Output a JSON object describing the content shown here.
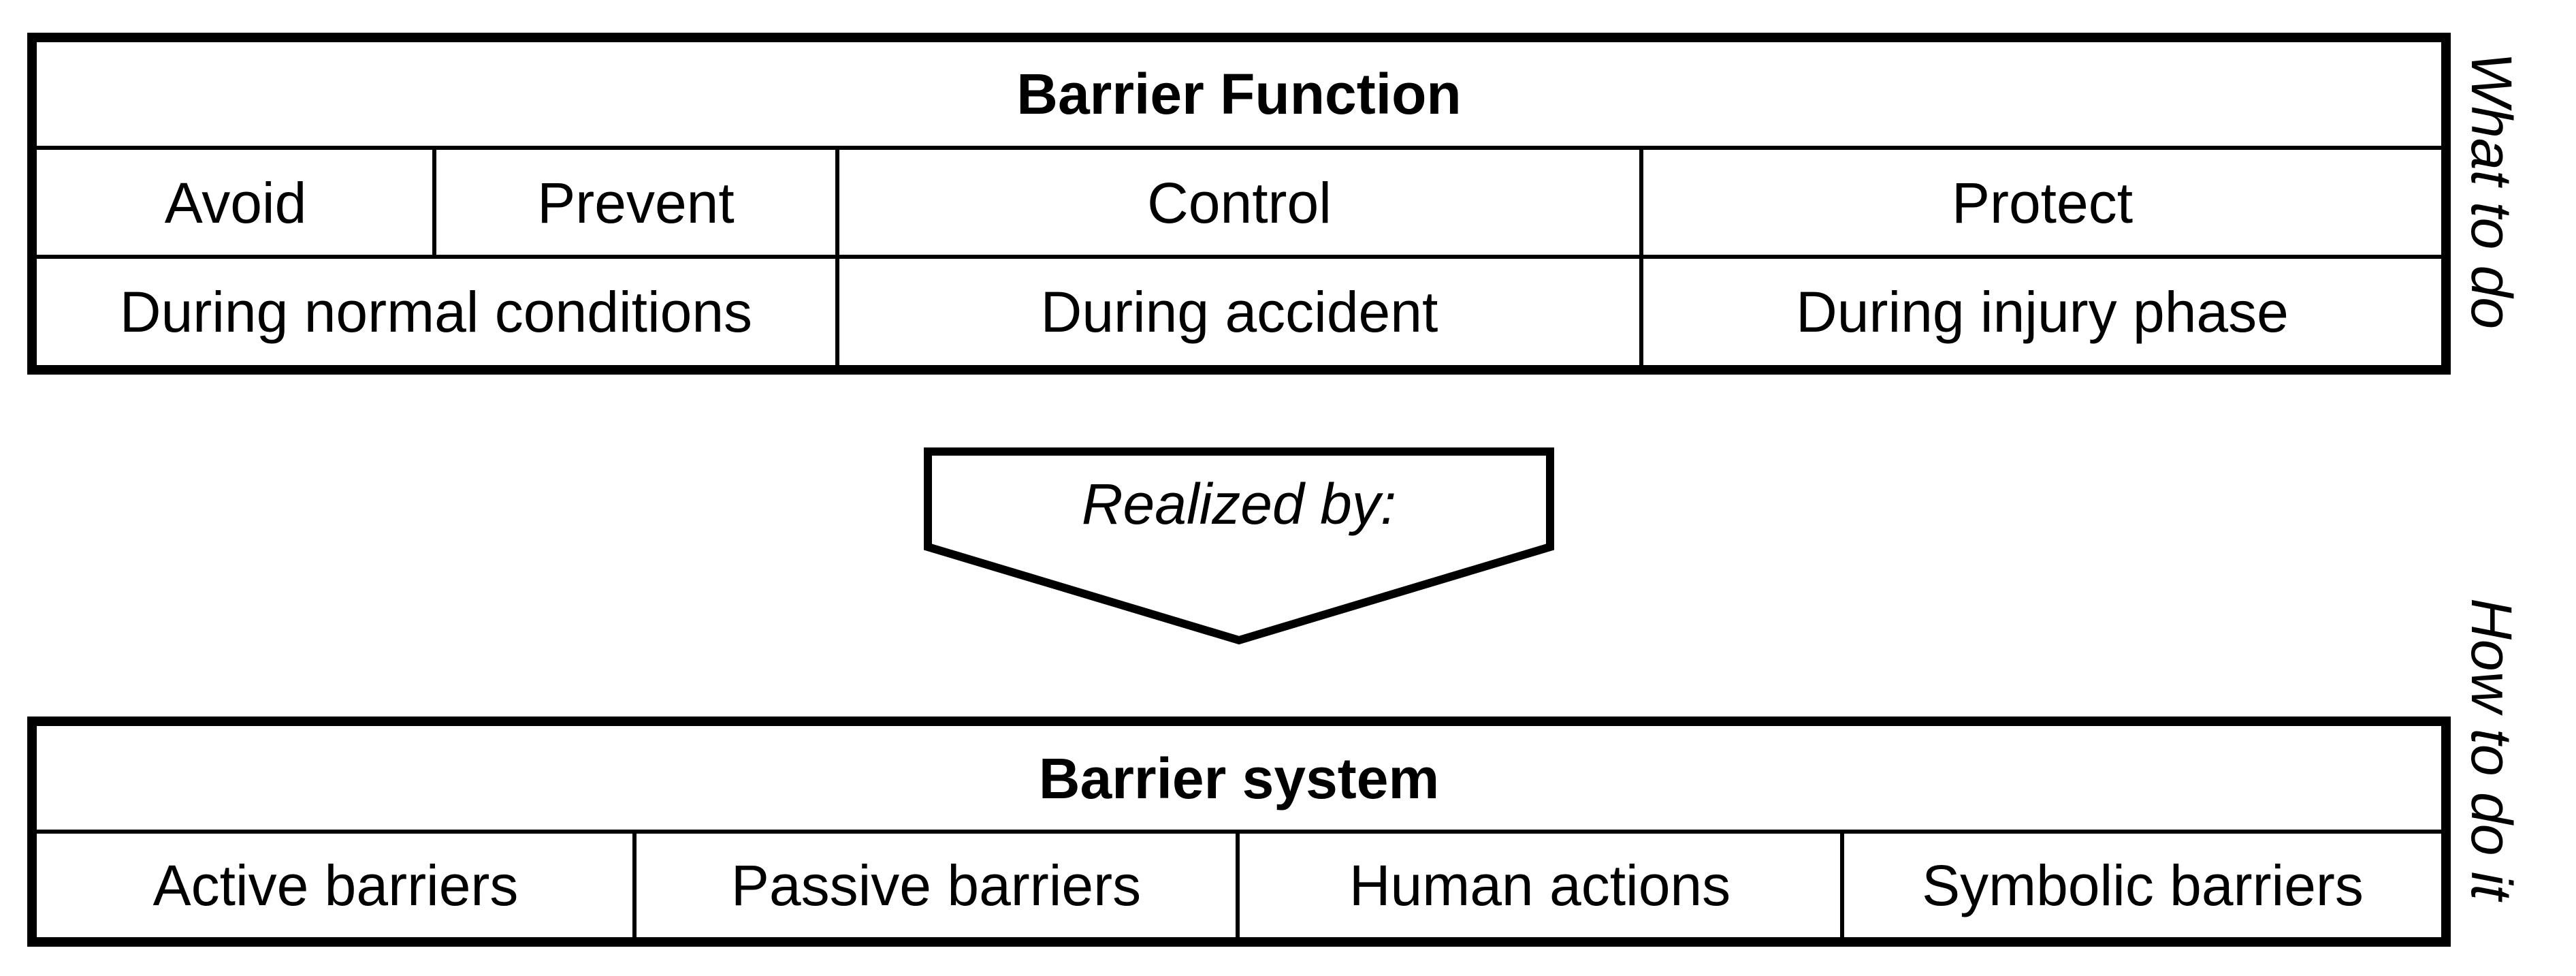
{
  "barrier_function": {
    "title": "Barrier Function",
    "functions": [
      "Avoid",
      "Prevent",
      "Control",
      "Protect"
    ],
    "phases": [
      "During normal conditions",
      "During accident",
      "During injury phase"
    ]
  },
  "connector": {
    "label": "Realized by:"
  },
  "barrier_system": {
    "title": "Barrier system",
    "types": [
      "Active barriers",
      "Passive barriers",
      "Human actions",
      "Symbolic barriers"
    ]
  },
  "side_labels": {
    "top": "What to do",
    "bottom": "How to do it"
  }
}
